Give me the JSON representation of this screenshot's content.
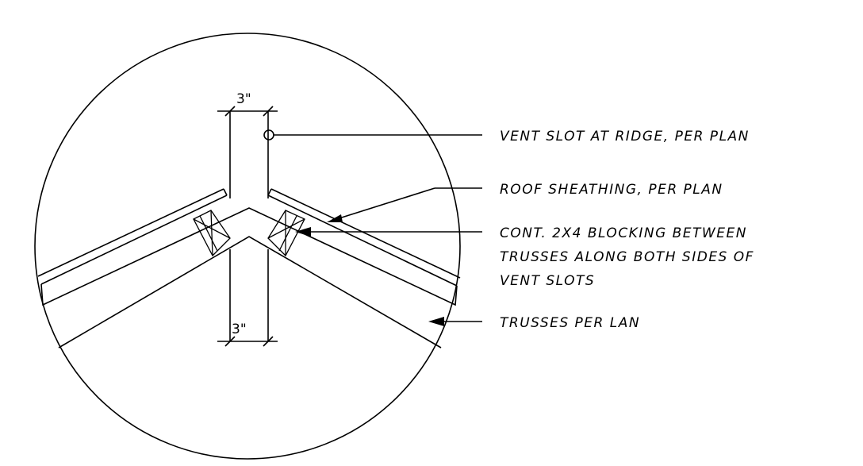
{
  "dimensions": {
    "top": "3\"",
    "bottom": "3\""
  },
  "callouts": {
    "vent_slot": "VENT SLOT AT RIDGE, PER PLAN",
    "roof_sheathing": "ROOF SHEATHING, PER PLAN",
    "blocking_line1": "CONT. 2X4 BLOCKING BETWEEN",
    "blocking_line2": "TRUSSES ALONG BOTH SIDES OF",
    "blocking_line3": "VENT SLOTS",
    "trusses": "TRUSSES PER LAN"
  }
}
